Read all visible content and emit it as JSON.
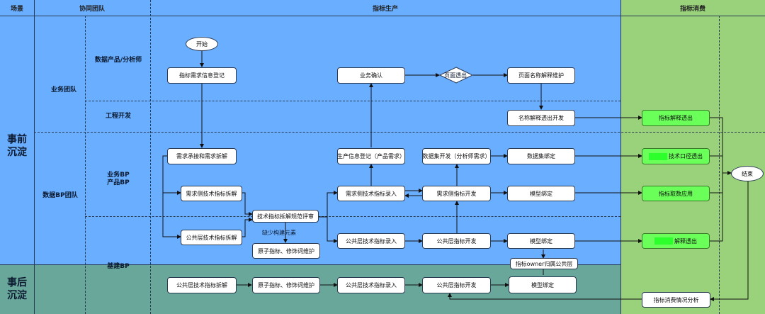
{
  "headers": {
    "scene": "场景",
    "team": "协同团队",
    "production": "指标生产",
    "consumption": "指标消费"
  },
  "lanes": {
    "pre": "事前\n沉淀",
    "post": "事后\n沉淀",
    "business_team": "业务团队",
    "data_analyst": "数据产品/分析师",
    "engineering": "工程开发",
    "data_bp_team": "数据BP团队",
    "business_bp": "业务BP\n产品BP",
    "infra_bp": "基建BP"
  },
  "nodes": {
    "start": "开始",
    "end": "结束",
    "reg": "指标需求信息登记",
    "confirm": "业务确认",
    "page_expose": "页面透出",
    "page_name": "页面名称解释维护",
    "name_dev": "名称解释透出开发",
    "metric_expose": "指标解释透出",
    "req_accept": "需求承接和需求拆解",
    "prod_reg": "生产信息登记（产品需求）",
    "dataset_dev": "数据集开发（分析师需求）",
    "dataset_bind": "数据集绑定",
    "tech_expose": "技术口径透出",
    "req_split": "需求侧技术指标拆解",
    "spec_review": "技术指标拆解规范评审",
    "req_entry": "需求侧技术指标录入",
    "req_dev": "需求侧指标开发",
    "model_bind1": "模型绑定",
    "fetch_app": "指标取数应用",
    "lack": "缺少构建元素",
    "pub_split": "公共层技术指标拆解",
    "atom_mod": "原子指标、修饰词维护",
    "pub_entry": "公共层技术指标录入",
    "pub_dev": "公共层指标开发",
    "model_bind2": "模型绑定",
    "expl_expose": "解释透出",
    "owner": "指标owner归属公共层",
    "post_split": "公共层技术指标拆解",
    "post_atom": "原子指标、修饰词维护",
    "post_entry": "公共层技术指标录入",
    "post_dev": "公共层指标开发",
    "post_model": "模型绑定",
    "consume_analysis": "指标消费情况分析"
  },
  "colors": {
    "blue": "#6aaeff",
    "green": "#9ad17b",
    "teal": "#6aa79b",
    "node_green": "#6bff5a"
  }
}
